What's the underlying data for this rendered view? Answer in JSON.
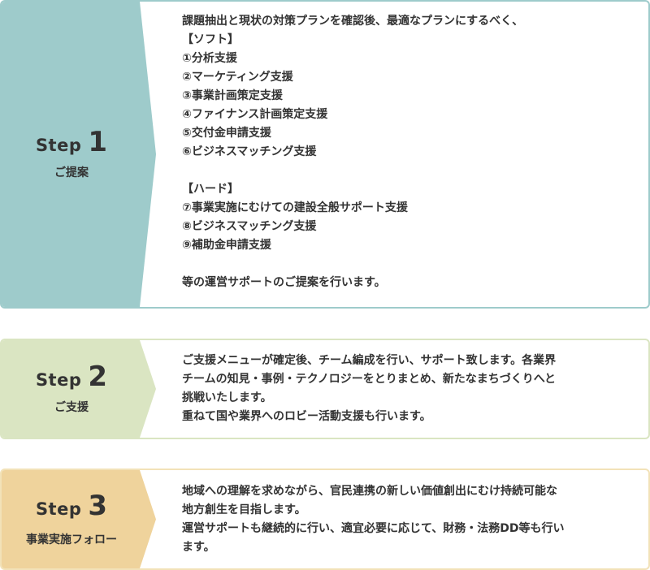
{
  "colors": {
    "step1_fill": "#9ecbcb",
    "step1_border": "#9ecbcb",
    "step2_fill": "#dae5c2",
    "step2_border": "#dae5c2",
    "step3_fill": "#efd39c",
    "step3_border": "#f2e2b8",
    "text": "#333333"
  },
  "steps": [
    {
      "word": "Step",
      "number": "1",
      "label": "ご提案",
      "lines": [
        "課題抽出と現状の対策プランを確認後、最適なプランにするべく、",
        "【ソフト】",
        "①分析支援",
        "②マーケティング支援",
        "③事業計画策定支援",
        "④ファイナンス計画策定支援",
        "⑤交付金申請支援",
        "⑥ビジネスマッチング支援",
        "",
        "【ハード】",
        "⑦事業実施にむけての建設全般サポート支援",
        "⑧ビジネスマッチング支援",
        "⑨補助金申請支援",
        "",
        "等の運営サポートのご提案を行います。"
      ]
    },
    {
      "word": "Step",
      "number": "2",
      "label": "ご支援",
      "lines": [
        "ご支援メニューが確定後、チーム編成を行い、サポート致します。各業界",
        "チームの知見・事例・テクノロジーをとりまとめ、新たなまちづくりへと",
        "挑戦いたします。",
        "重ねて国や業界へのロビー活動支援も行います。"
      ]
    },
    {
      "word": "Step",
      "number": "3",
      "label": "事業実施フォロー",
      "lines": [
        "地域への理解を求めながら、官民連携の新しい価値創出にむけ持続可能な",
        "地方創生を目指します。",
        "運営サポートも継続的に行い、適宜必要に応じて、財務・法務DD等も行い",
        "ます。"
      ]
    }
  ]
}
